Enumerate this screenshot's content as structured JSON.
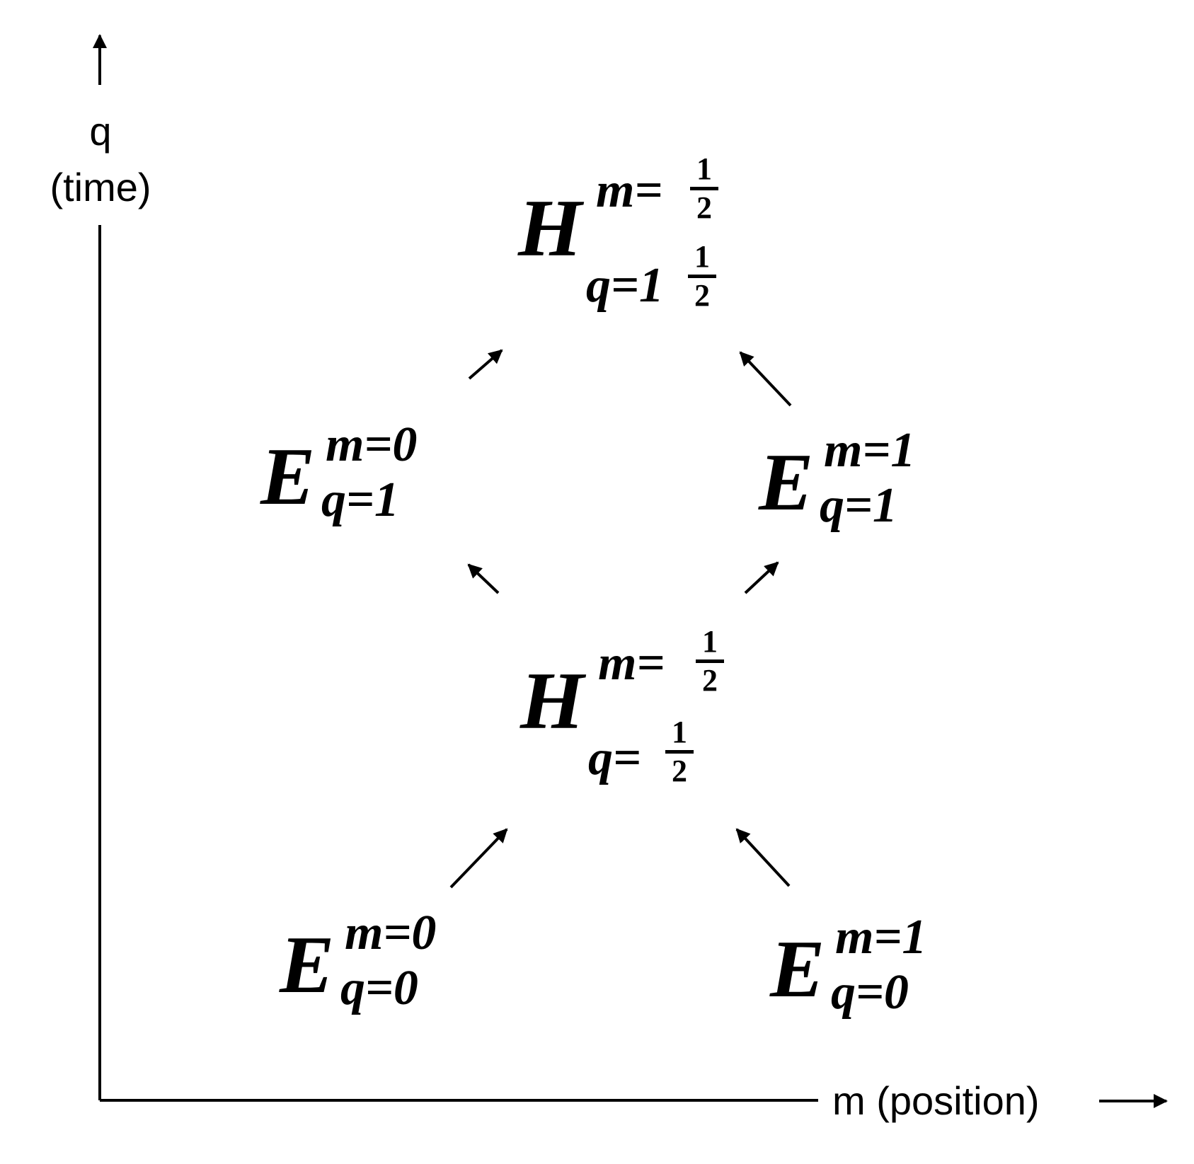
{
  "axes": {
    "y_label": "q",
    "y_label_sub": "(time)",
    "x_label": "m (position)"
  },
  "nodes": {
    "e_q0_m0": {
      "base": "E",
      "sup": "m=0",
      "sub": "q=0"
    },
    "e_q0_m1": {
      "base": "E",
      "sup": "m=1",
      "sub": "q=0"
    },
    "h_q_half": {
      "base": "H",
      "sup_prefix": "m=",
      "sub_prefix": "q=",
      "frac_num": "1",
      "frac_den": "2"
    },
    "e_q1_m0": {
      "base": "E",
      "sup": "m=0",
      "sub": "q=1"
    },
    "e_q1_m1": {
      "base": "E",
      "sup": "m=1",
      "sub": "q=1"
    },
    "h_q_one_half": {
      "base": "H",
      "sup_prefix": "m=",
      "sub_prefix": "q=1",
      "frac_num": "1",
      "frac_den": "2"
    }
  }
}
